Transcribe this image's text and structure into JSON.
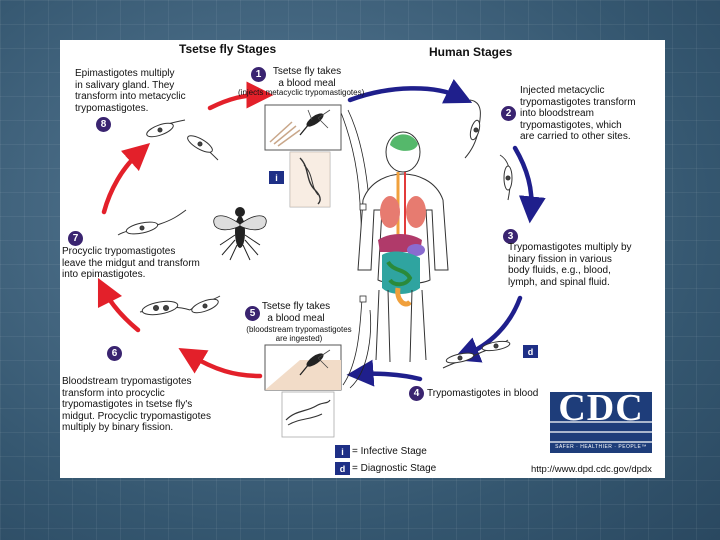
{
  "headings": {
    "tsetse": "Tsetse fly Stages",
    "human": "Human Stages"
  },
  "stages": [
    {
      "num": "1",
      "lines": [
        "Tsetse fly takes",
        "a blood meal",
        "(injects metacyclic trypomastigotes)"
      ]
    },
    {
      "num": "2",
      "lines": [
        "Injected metacyclic",
        "trypomastigotes transform",
        "into bloodstream",
        "trypomastigotes, which",
        "are carried to other sites."
      ]
    },
    {
      "num": "3",
      "lines": [
        "Trypomastigotes multiply by",
        "binary fission in various",
        "body fluids, e.g., blood,",
        "lymph, and spinal fluid."
      ]
    },
    {
      "num": "4",
      "lines": [
        "Trypomastigotes in blood"
      ]
    },
    {
      "num": "5",
      "lines": [
        "Tsetse fly takes",
        "a blood meal",
        "(bloodstream trypomastigotes",
        "are ingested)"
      ]
    },
    {
      "num": "6",
      "lines": [
        "Bloodstream trypomastigotes",
        "transform into procyclic",
        "trypomastigotes in tsetse fly's",
        "midgut. Procyclic trypomastigotes",
        "multiply by binary fission."
      ]
    },
    {
      "num": "7",
      "lines": [
        "Procyclic trypomastigotes",
        "leave the midgut and transform",
        "into epimastigotes."
      ]
    },
    {
      "num": "8",
      "lines": [
        "Epimastigotes multiply",
        "in salivary gland. They",
        "transform into metacyclic",
        "trypomastigotes."
      ]
    }
  ],
  "badges": {
    "infective": "i",
    "diagnostic": "d"
  },
  "legend": {
    "infective": "= Infective Stage",
    "diagnostic": "= Diagnostic Stage"
  },
  "logo": {
    "text": "CDC",
    "tagline": "SAFER · HEALTHIER · PEOPLE™"
  },
  "url": "http://www.dpd.cdc.gov/dpdx",
  "colors": {
    "tsetse_arrows": "#e3202a",
    "human_arrows": "#1f1f8c",
    "number_badge": "#3a2470",
    "stage_badge": "#1e2f86",
    "logo_blue": "#1e3d7a"
  }
}
